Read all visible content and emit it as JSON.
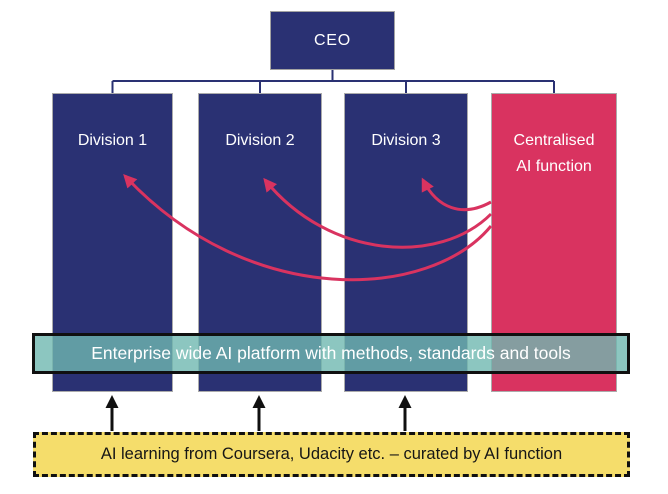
{
  "org": {
    "ceo_label": "CEO",
    "columns": [
      {
        "name": "Division 1",
        "lines": [
          "Division 1"
        ]
      },
      {
        "name": "Division 2",
        "lines": [
          "Division 2"
        ]
      },
      {
        "name": "Division 3",
        "lines": [
          "Division 3"
        ]
      },
      {
        "name": "Centralised AI function",
        "lines": [
          "Centralised",
          "AI function"
        ]
      }
    ]
  },
  "ai_transfer_arrows": [
    {
      "from": "Centralised AI function",
      "to": "Division 1"
    },
    {
      "from": "Centralised AI function",
      "to": "Division 2"
    },
    {
      "from": "Centralised AI function",
      "to": "Division 3"
    }
  ],
  "platform_bar": {
    "label": "Enterprise wide AI platform with methods, standards and tools"
  },
  "learning_box": {
    "label": "AI learning from Coursera, Udacity etc. – curated by AI function",
    "arrows_to_platform": 3
  },
  "colors": {
    "navy": "#2a3173",
    "pink": "#d93360",
    "teal": "#6fb8b0",
    "yellow": "#f5dd6b",
    "ink": "#101010"
  }
}
